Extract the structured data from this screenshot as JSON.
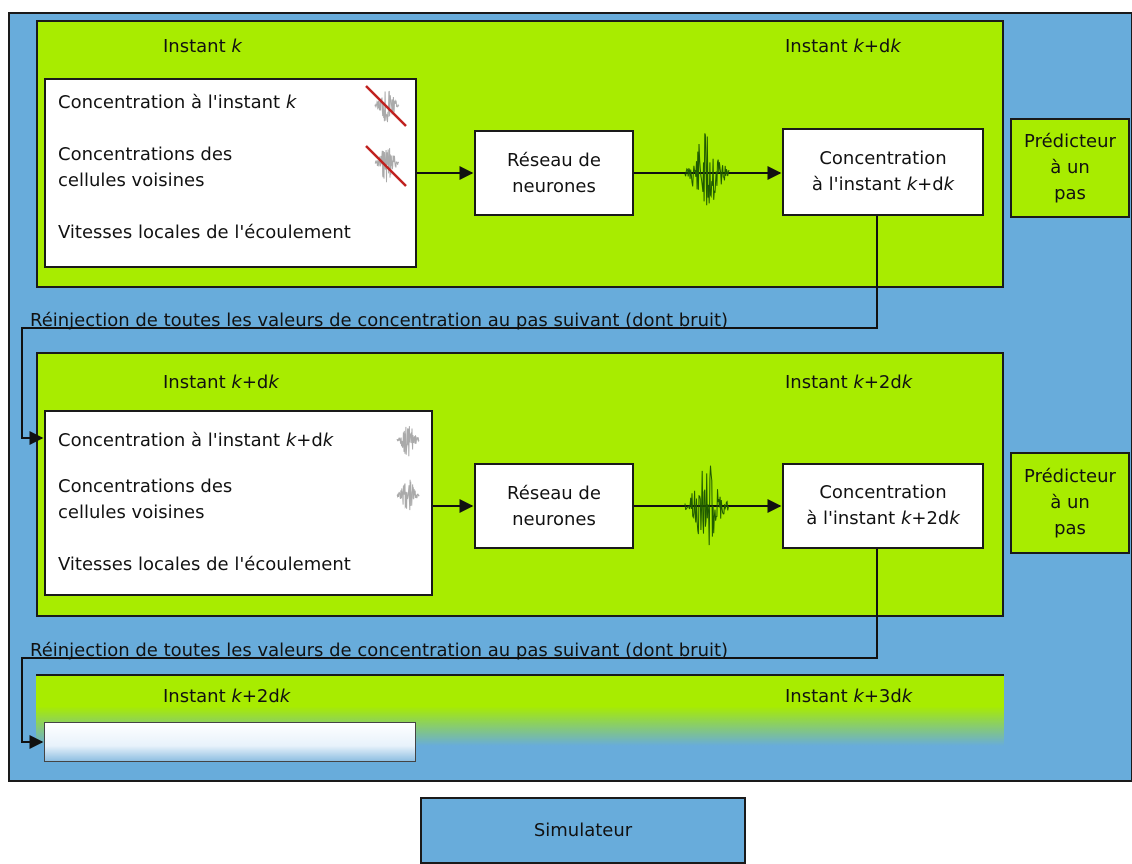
{
  "steps": [
    {
      "instant_left": {
        "text": "Instant ",
        "k": "k",
        "suffix": ""
      },
      "instant_right": {
        "text": "Instant ",
        "k": "k",
        "suffix": "+d",
        "k2": "k"
      },
      "inputs": {
        "line1_text": "Concentration à l'instant ",
        "line1_k": "k",
        "line2a": "Concentrations des",
        "line2b": "cellules voisines",
        "line3": "Vitesses locales de l'écoulement"
      },
      "network": [
        "Réseau de",
        "neurones"
      ],
      "output": {
        "line1": "Concentration",
        "line2_prefix": "à l'instant ",
        "line2_k": "k",
        "line2_mid": "+d",
        "line2_k2": "k"
      }
    },
    {
      "instant_left": {
        "text": "Instant ",
        "k": "k",
        "suffix": "+d",
        "k2": "k"
      },
      "instant_right": {
        "text": "Instant ",
        "k": "k",
        "suffix": "+2d",
        "k2": "k"
      },
      "inputs": {
        "line1_text": "Concentration à l'instant ",
        "line1_k": "k",
        "line1_suffix": "+d",
        "line1_k2": "k",
        "line2a": "Concentrations des",
        "line2b": "cellules voisines",
        "line3": "Vitesses locales de l'écoulement"
      },
      "network": [
        "Réseau de",
        "neurones"
      ],
      "output": {
        "line1": "Concentration",
        "line2_prefix": "à l'instant ",
        "line2_k": "k",
        "line2_mid": "+2d",
        "line2_k2": "k"
      }
    },
    {
      "instant_left": {
        "text": "Instant ",
        "k": "k",
        "suffix": "+2d",
        "k2": "k"
      },
      "instant_right": {
        "text": "Instant ",
        "k": "k",
        "suffix": "+3d",
        "k2": "k"
      }
    }
  ],
  "reinjection_label": "Réinjection de toutes les valeurs de concentration au pas suivant (dont bruit)",
  "predictor": [
    "Prédicteur",
    "à un",
    "pas"
  ],
  "simulator_label": "Simulateur",
  "colors": {
    "green": "#a8ec00",
    "blue": "#68acdb",
    "noise_dark": "#1f5a00",
    "noise_gray": "#aaaaaa",
    "strike": "#c0201e"
  }
}
